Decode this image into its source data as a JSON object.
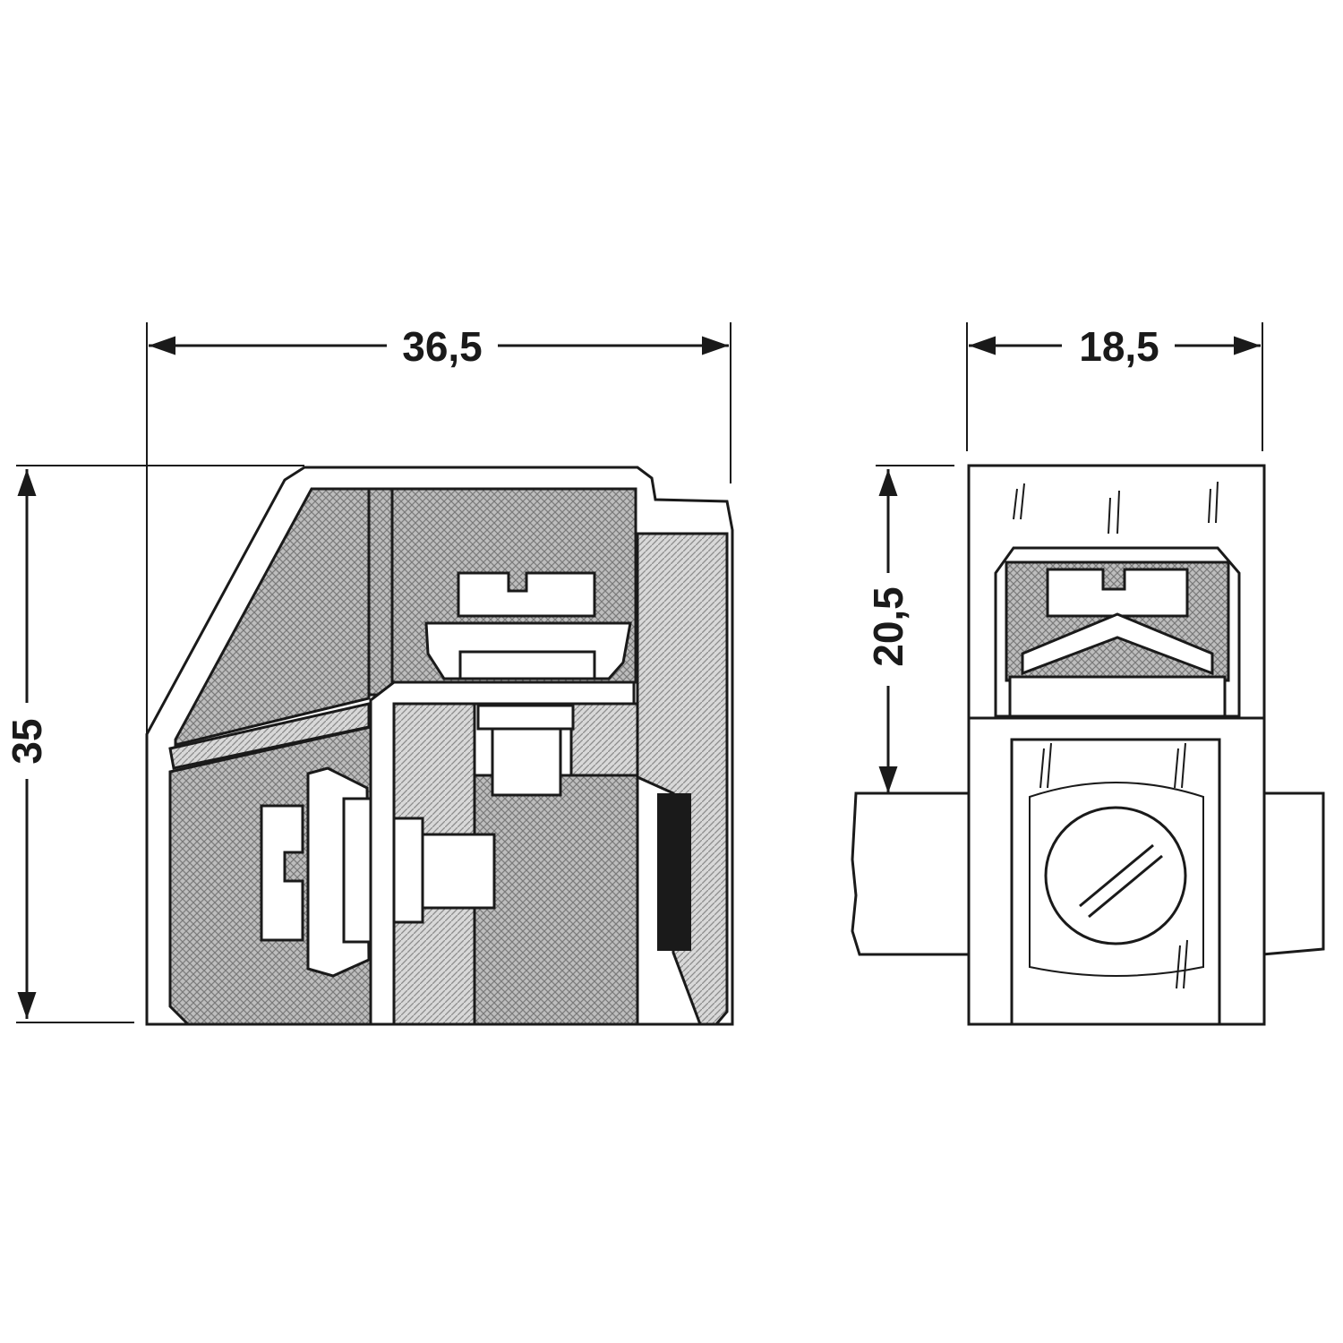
{
  "dimensions": {
    "width_side": "36,5",
    "height_side": "35",
    "width_front": "18,5",
    "height_front": "20,5"
  }
}
